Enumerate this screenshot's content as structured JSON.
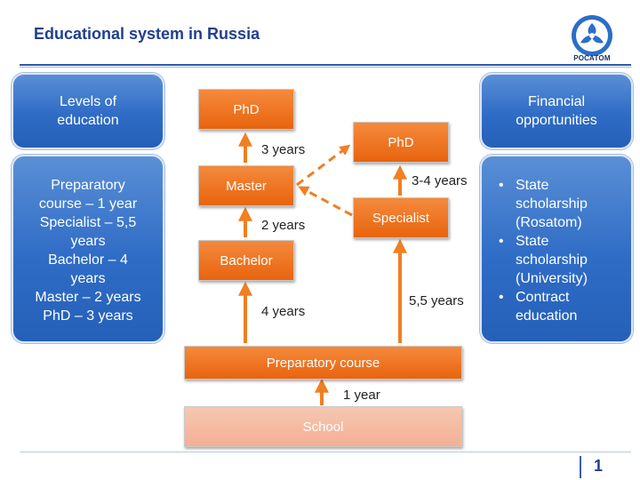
{
  "slide": {
    "title": "Educational system in Russia",
    "logo_text": "РОСАТОМ",
    "page_number": "1"
  },
  "left_panel": {
    "header": [
      "Levels of",
      "education"
    ],
    "lines": [
      "Preparatory",
      "course – 1 year",
      "Specialist – 5,5",
      "years",
      "Bachelor – 4",
      "years",
      "Master – 2 years",
      "PhD – 3 years"
    ]
  },
  "right_panel": {
    "header": [
      "Financial",
      "opportunities"
    ],
    "items": [
      [
        "State",
        "scholarship",
        "(Rosatom)"
      ],
      [
        "State",
        "scholarship",
        "(University)"
      ],
      [
        "Contract",
        "education"
      ]
    ]
  },
  "diagram": {
    "nodes": {
      "phd_left": "PhD",
      "master": "Master",
      "bachelor": "Bachelor",
      "phd_right": "PhD",
      "specialist": "Specialist",
      "preparatory": "Preparatory course",
      "school": "School"
    },
    "durations": {
      "master_to_phd": "3 years",
      "bachelor_to_master": "2 years",
      "prep_to_bachelor": "4 years",
      "specialist_to_phd": "3-4 years",
      "prep_to_specialist": "5,5 years",
      "school_to_prep": "1 year"
    }
  },
  "colors": {
    "title": "#1f3f8f",
    "box_blue": "#2f6cc6",
    "box_orange": "#e8640e",
    "arrow_orange": "#f07f22",
    "school_fill": "#f3b094"
  }
}
